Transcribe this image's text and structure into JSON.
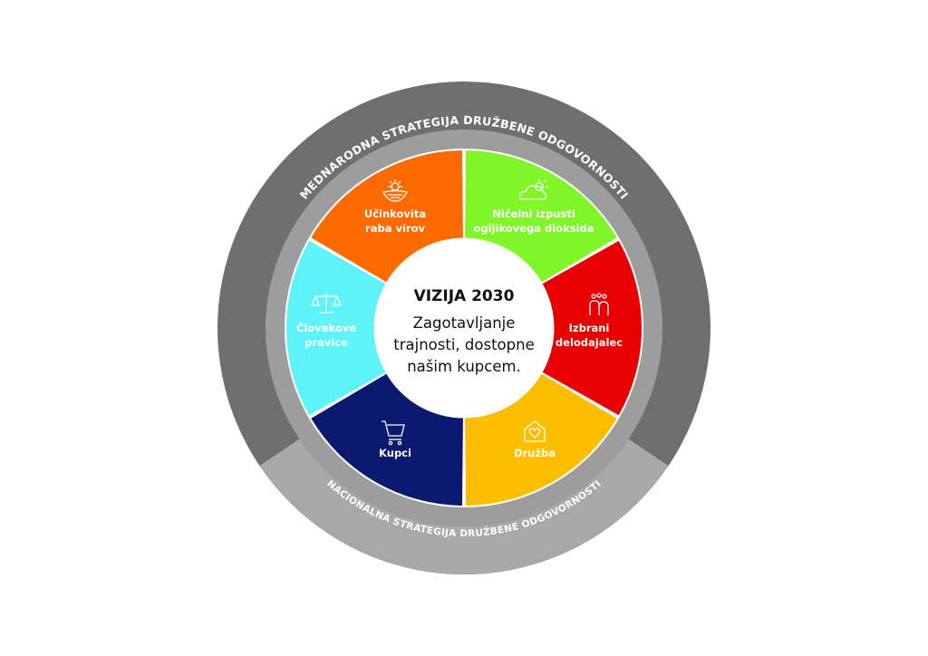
{
  "outer_ring": {
    "top_label": "MEDNARODNA STRATEGIJA DRUŽBENE ODGOVORNOSTI",
    "bottom_label": "NACIONALNA STRATEGIJA DRUŽBENE ODGOVORNOSTI",
    "top_color": "#6f6f6f",
    "bottom_color": "#a8a8a8",
    "inner_ring_color": "#9d9d9d"
  },
  "center": {
    "title": "VIZIJA 2030",
    "lines": [
      "Zagotavljanje",
      "trajnosti, dostopne",
      "našim kupcem."
    ]
  },
  "segments": [
    {
      "id": "resources",
      "lines": [
        "Učinkovita",
        "raba virov"
      ],
      "color": "#ff6a00",
      "icon": "sun-field-icon"
    },
    {
      "id": "carbon",
      "lines": [
        "Ničelni izpusti",
        "ogljikovega dioksida"
      ],
      "color": "#80f527",
      "icon": "cloud-sun-icon"
    },
    {
      "id": "employer",
      "lines": [
        "Izbrani",
        "delodajalec"
      ],
      "color": "#e80000",
      "icon": "people-icon"
    },
    {
      "id": "society",
      "lines": [
        "Družba"
      ],
      "color": "#ffbd00",
      "icon": "house-heart-icon"
    },
    {
      "id": "customers",
      "lines": [
        "Kupci"
      ],
      "color": "#0b1a6f",
      "icon": "shopping-cart-icon"
    },
    {
      "id": "human-rights",
      "lines": [
        "Človekove",
        "pravice"
      ],
      "color": "#5ef3f8",
      "icon": "scales-icon"
    }
  ]
}
